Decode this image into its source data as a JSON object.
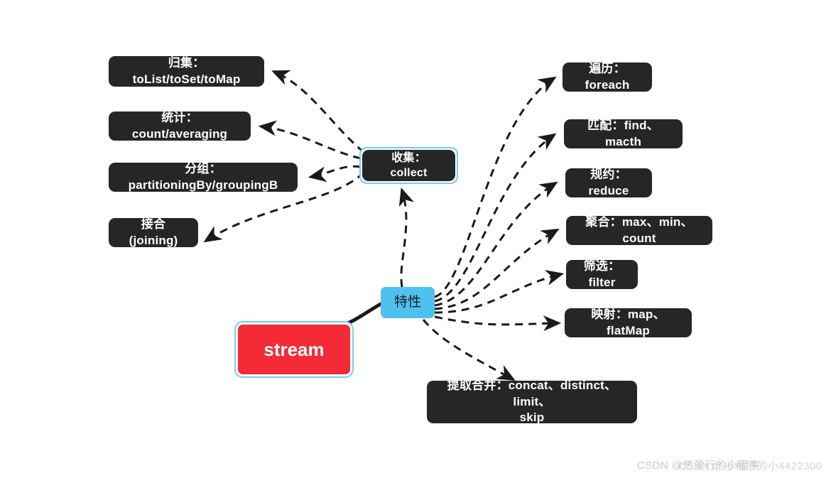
{
  "diagram": {
    "type": "mind-map",
    "background": "#ffffff",
    "colors": {
      "node_dark": "#262626",
      "node_accent": "#4fc1f0",
      "node_root": "#f42b36",
      "selection_border": "#74cdf5",
      "edge": "#1a1a1a"
    },
    "root": {
      "label": "stream"
    },
    "center": {
      "label": "特性"
    },
    "collect_hub": {
      "label": "收集：collect"
    },
    "left_branches": [
      {
        "label": "归集：toList/toSet/toMap"
      },
      {
        "label": "统计：count/averaging"
      },
      {
        "label": "分组：partitioningBy/groupingB"
      },
      {
        "label": "接合 (joining)"
      }
    ],
    "right_branches": [
      {
        "label": "遍历：foreach"
      },
      {
        "label": "匹配：find、macth"
      },
      {
        "label": "规约：reduce"
      },
      {
        "label": "聚合：max、min、count"
      },
      {
        "label": "筛选：filter"
      },
      {
        "label": "映射：map、flatMap"
      },
      {
        "label": "提取合并：concat、distinct、limit、\nskip"
      }
    ]
  },
  "watermark": {
    "line1": "CSDN @热爱行的小程序",
    "line2": "CSDN @小程序的小4422300"
  }
}
